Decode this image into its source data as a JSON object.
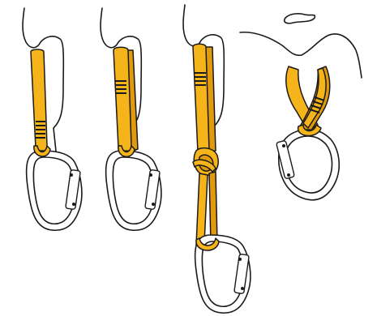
{
  "figure": {
    "panels": [
      {
        "id": "single-loop"
      },
      {
        "id": "doubled-sling"
      },
      {
        "id": "knotted-sling"
      },
      {
        "id": "choked-sling"
      }
    ],
    "colors": {
      "sling": "#f5b41a",
      "sling_shadow": "#e19a0c",
      "outline": "#1a1a1a",
      "background": "#ffffff"
    }
  }
}
